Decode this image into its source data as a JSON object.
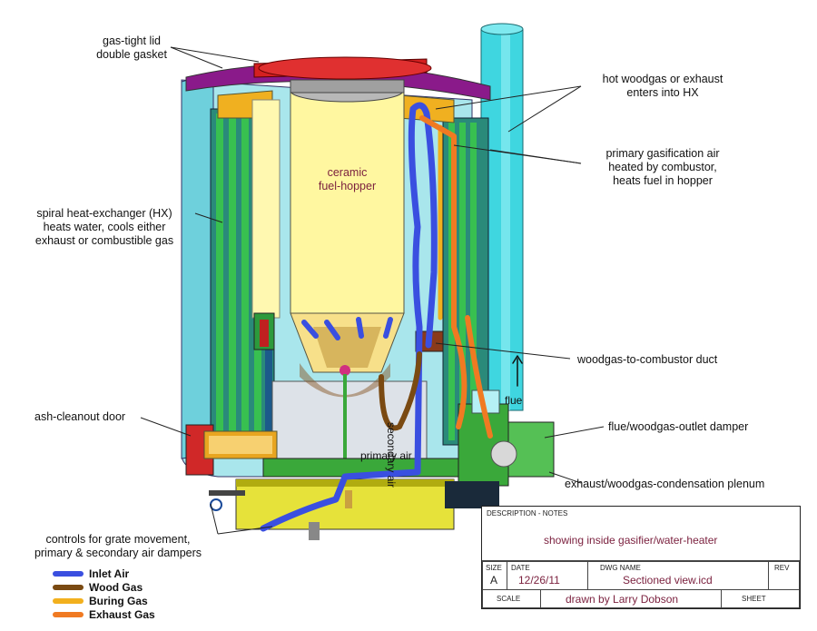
{
  "labels": {
    "lid": [
      "gas-tight lid",
      "double gasket"
    ],
    "hot_woodgas": [
      "hot woodgas or exhaust",
      "enters into HX"
    ],
    "primary_air_heated": [
      "primary gasification air",
      "heated by combustor,",
      "heats fuel in hopper"
    ],
    "hx": [
      "spiral heat-exchanger (HX)",
      "heats water, cools either",
      "exhaust or combustible gas"
    ],
    "hopper": [
      "ceramic",
      "fuel-hopper"
    ],
    "duct": "woodgas-to-combustor duct",
    "ash_door": "ash-cleanout door",
    "flue": "flue",
    "damper": "flue/woodgas-outlet damper",
    "plenum": "exhaust/woodgas-condensation plenum",
    "secondary_air": "secondary air",
    "primary_air": "primary air",
    "controls": [
      "controls for grate movement,",
      "primary & secondary air dampers"
    ]
  },
  "legend": [
    {
      "label": "Inlet Air",
      "color": "#3a4fe0"
    },
    {
      "label": "Wood Gas",
      "color": "#7a4a12"
    },
    {
      "label": "Buring Gas",
      "color": "#f2b01e"
    },
    {
      "label": "Exhaust Gas",
      "color": "#f07a22"
    }
  ],
  "title_block": {
    "desc_header": "DESCRIPTION - NOTES",
    "description": "showing inside gasifier/water-heater",
    "size_header": "SIZE",
    "size": "A",
    "date_header": "DATE",
    "date": "12/26/11",
    "dwg_header": "DWG  NAME",
    "dwg_name": "Sectioned view.icd",
    "rev_header": "REV",
    "scale_header": "SCALE",
    "drawn_by": "drawn by Larry Dobson",
    "sheet_header": "SHEET"
  }
}
